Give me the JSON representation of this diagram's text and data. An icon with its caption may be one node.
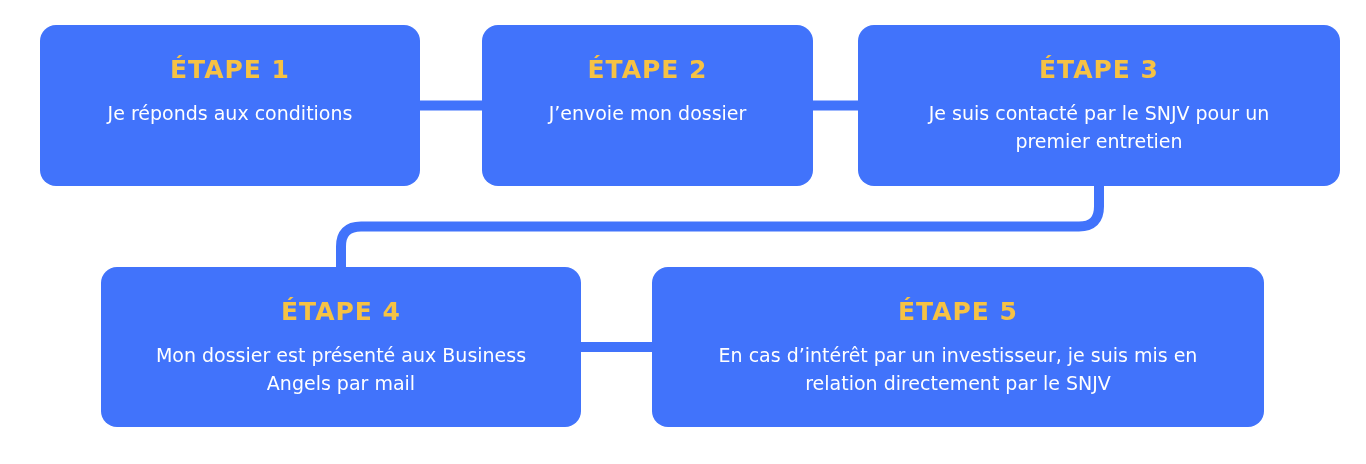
{
  "diagram": {
    "nodes": [
      {
        "text": [
          "ÉTAPE 1",
          "Je réponds aux conditions"
        ]
      },
      {
        "text": [
          "ÉTAPE 2",
          "J’envoie mon dossier"
        ]
      },
      {
        "text": [
          "ÉTAPE 3",
          "Je suis contacté par le SNJV pour un premier entretien"
        ]
      },
      {
        "text": [
          "ÉTAPE 4",
          "Mon dossier est présenté aux Business Angels par mail"
        ]
      },
      {
        "text": [
          "ÉTAPE 5",
          "En cas d’intérêt par un investisseur, je suis mis en relation directement par le SNJV"
        ]
      }
    ],
    "edges": [
      {
        "from": 0,
        "to": 1,
        "arrow": "none"
      },
      {
        "from": 1,
        "to": 2,
        "arrow": "none"
      },
      {
        "from": 2,
        "to": 3,
        "arrow": "none"
      },
      {
        "from": 3,
        "to": 4,
        "arrow": "none"
      }
    ]
  }
}
